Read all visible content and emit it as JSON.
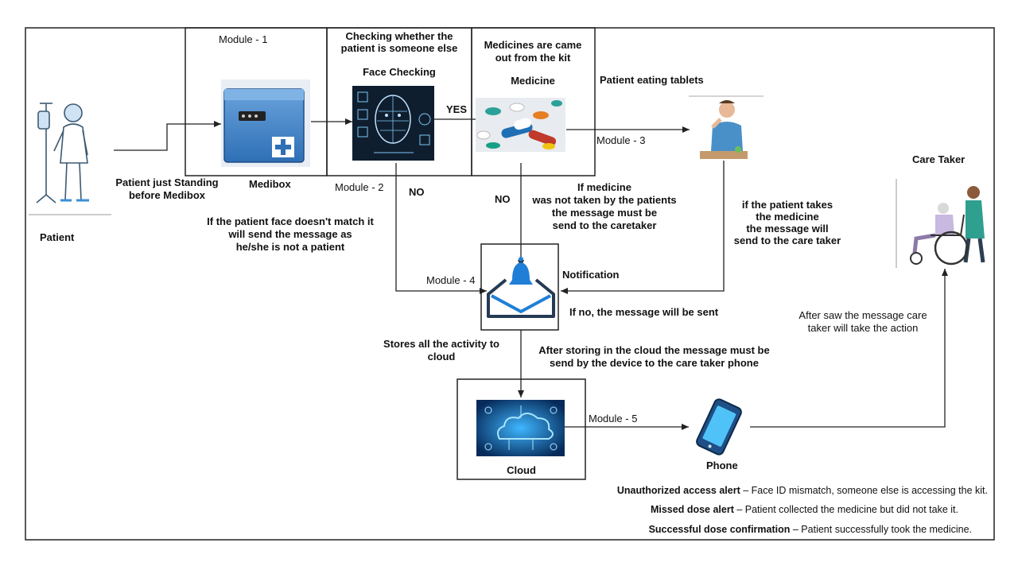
{
  "labels": {
    "module1": "Module - 1",
    "module2": "Module - 2",
    "module3": "Module - 3",
    "module4": "Module - 4",
    "module5": "Module - 5",
    "checking_line1": "Checking whether the",
    "checking_line2": "patient is someone else",
    "face_checking": "Face Checking",
    "medicines_line1": "Medicines are came",
    "medicines_line2": "out from the kit",
    "medicine": "Medicine",
    "patient_eating": "Patient eating tablets",
    "yes": "YES",
    "no_left": "NO",
    "no_mid": "NO",
    "medibox": "Medibox",
    "standing_line1": "Patient just Standing",
    "standing_line2": "before Medibox",
    "patient": "Patient",
    "care_taker": "Care Taker",
    "mismatch_line1": "If the patient face doesn't match it",
    "mismatch_line2": "will send the message as",
    "mismatch_line3": "he/she is not a patient",
    "not_taken_line1": "If medicine",
    "not_taken_line2": "was not taken by the patients",
    "not_taken_line3": "the message must be",
    "not_taken_line4": "send to the caretaker",
    "takes_line1": "if the patient takes",
    "takes_line2": "the medicine",
    "takes_line3": "the message will",
    "takes_line4": "send to the care taker",
    "notification": "Notification",
    "if_no": "If no, the message will be sent",
    "after_saw_line1": "After saw the message care",
    "after_saw_line2": "taker will take the action",
    "stores_line1": "Stores all the activity to",
    "stores_line2": "cloud",
    "after_storing_line1": "After storing in the cloud the message must be",
    "after_storing_line2": "send by the device to the care taker phone",
    "cloud": "Cloud",
    "phone": "Phone"
  },
  "alerts": [
    {
      "title": "Unauthorized access alert",
      "desc": " – Face ID mismatch, someone else is accessing the kit."
    },
    {
      "title": "Missed dose alert",
      "desc": " – Patient collected the medicine but did not take it."
    },
    {
      "title": "Successful dose confirmation",
      "desc": " – Patient successfully took the medicine."
    }
  ],
  "icons": [
    "patient-icon",
    "medibox-icon",
    "face-scan-icon",
    "pills-icon",
    "eating-patient-icon",
    "caretaker-wheelchair-icon",
    "notification-bell-icon",
    "cloud-icon",
    "phone-icon"
  ],
  "colors": {
    "line": "#222222",
    "blue": "#1f7fd6",
    "dark_navy": "#243b55",
    "face_bg": "#0f1e2e"
  }
}
